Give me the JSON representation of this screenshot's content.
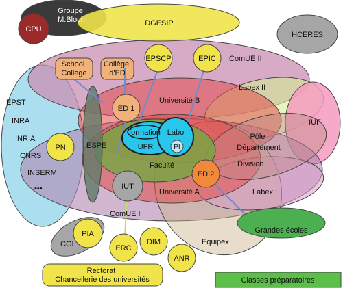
{
  "nodes": {
    "groupe_bloch": [
      "Groupe",
      "M.Bloch"
    ],
    "cpu": "CPU",
    "dgesip": "DGESIP",
    "hceres": "HCERES",
    "school_college": [
      "School",
      "College"
    ],
    "college_ed": [
      "Collège",
      "d'ED"
    ],
    "epscp": "EPSCP",
    "epic": "EPIC",
    "comue_ii": "ComUE II",
    "labex_ii": "Labex II",
    "universite_b": "Université B",
    "ed1": "ED 1",
    "formation": "formation",
    "ufr": "UFR",
    "labo": "Labo",
    "pi": "PI",
    "faculte": "Faculté",
    "pole_departement": [
      "Pôle",
      "Département"
    ],
    "division": "Division",
    "iuf": "IUF",
    "epst": "EPST",
    "inra": "INRA",
    "inria": "INRIA",
    "pn": "PN",
    "cnrs": "CNRS",
    "inserm": "INSERM",
    "etc": "•••",
    "espe": "ESPE",
    "iut": "IUT",
    "universite_a": "Université A",
    "ed2": "ED 2",
    "labex_i": "Labex I",
    "comue_i": "ComUE I",
    "grandes_ecoles": "Grandes écoles",
    "cgi": "CGI",
    "pia": "PIA",
    "erc": "ERC",
    "dim": "DIM",
    "anr": "ANR",
    "equipex": "Equipex",
    "rectorat": [
      "Rectorat",
      "Chancellerie des universités"
    ],
    "classes_preparatoires": "Classes préparatoires"
  },
  "colors": {
    "dark_gray": "#3a3a3a",
    "cpu_red": "#9b2a2a",
    "yellow": "#f0e44a",
    "gray": "#a6a6a6",
    "pink_purple": "#c98fb3",
    "orange": "#f0b27a",
    "red": "#e24c4c",
    "light_blue": "#8fd3ea",
    "cyan": "#29c6ec",
    "green": "#5bbf4a",
    "olive_green": "#7aa545",
    "bright_green": "#4caf50",
    "pink": "#f59ac0",
    "lime": "#d6ec94",
    "tan": "#c9b38a"
  }
}
